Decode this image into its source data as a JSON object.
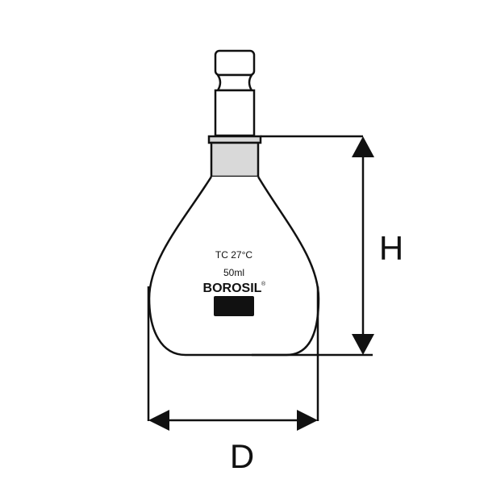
{
  "diagram": {
    "flask_markings": {
      "calibration": "TC 27°C",
      "volume": "50ml",
      "brand": "BOROSIL",
      "brand_mark": "®"
    },
    "dimensions": {
      "height_label": "H",
      "diameter_label": "D"
    },
    "colors": {
      "line": "#111111",
      "joint": "#d9d9d9"
    }
  }
}
